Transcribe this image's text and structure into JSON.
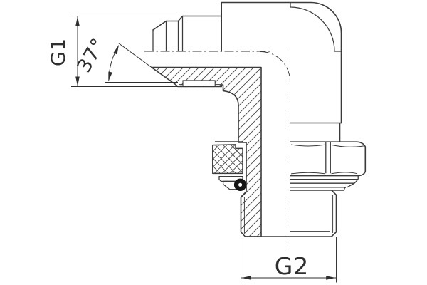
{
  "drawing": {
    "type": "technical-drawing",
    "subject": "90-degree elbow fitting, half section",
    "labels": {
      "g1": "G1",
      "angle": "37°",
      "g2": "G2"
    },
    "colors": {
      "line": "#3a3a3a",
      "background": "#ffffff",
      "oring_fill": "#161616"
    }
  }
}
